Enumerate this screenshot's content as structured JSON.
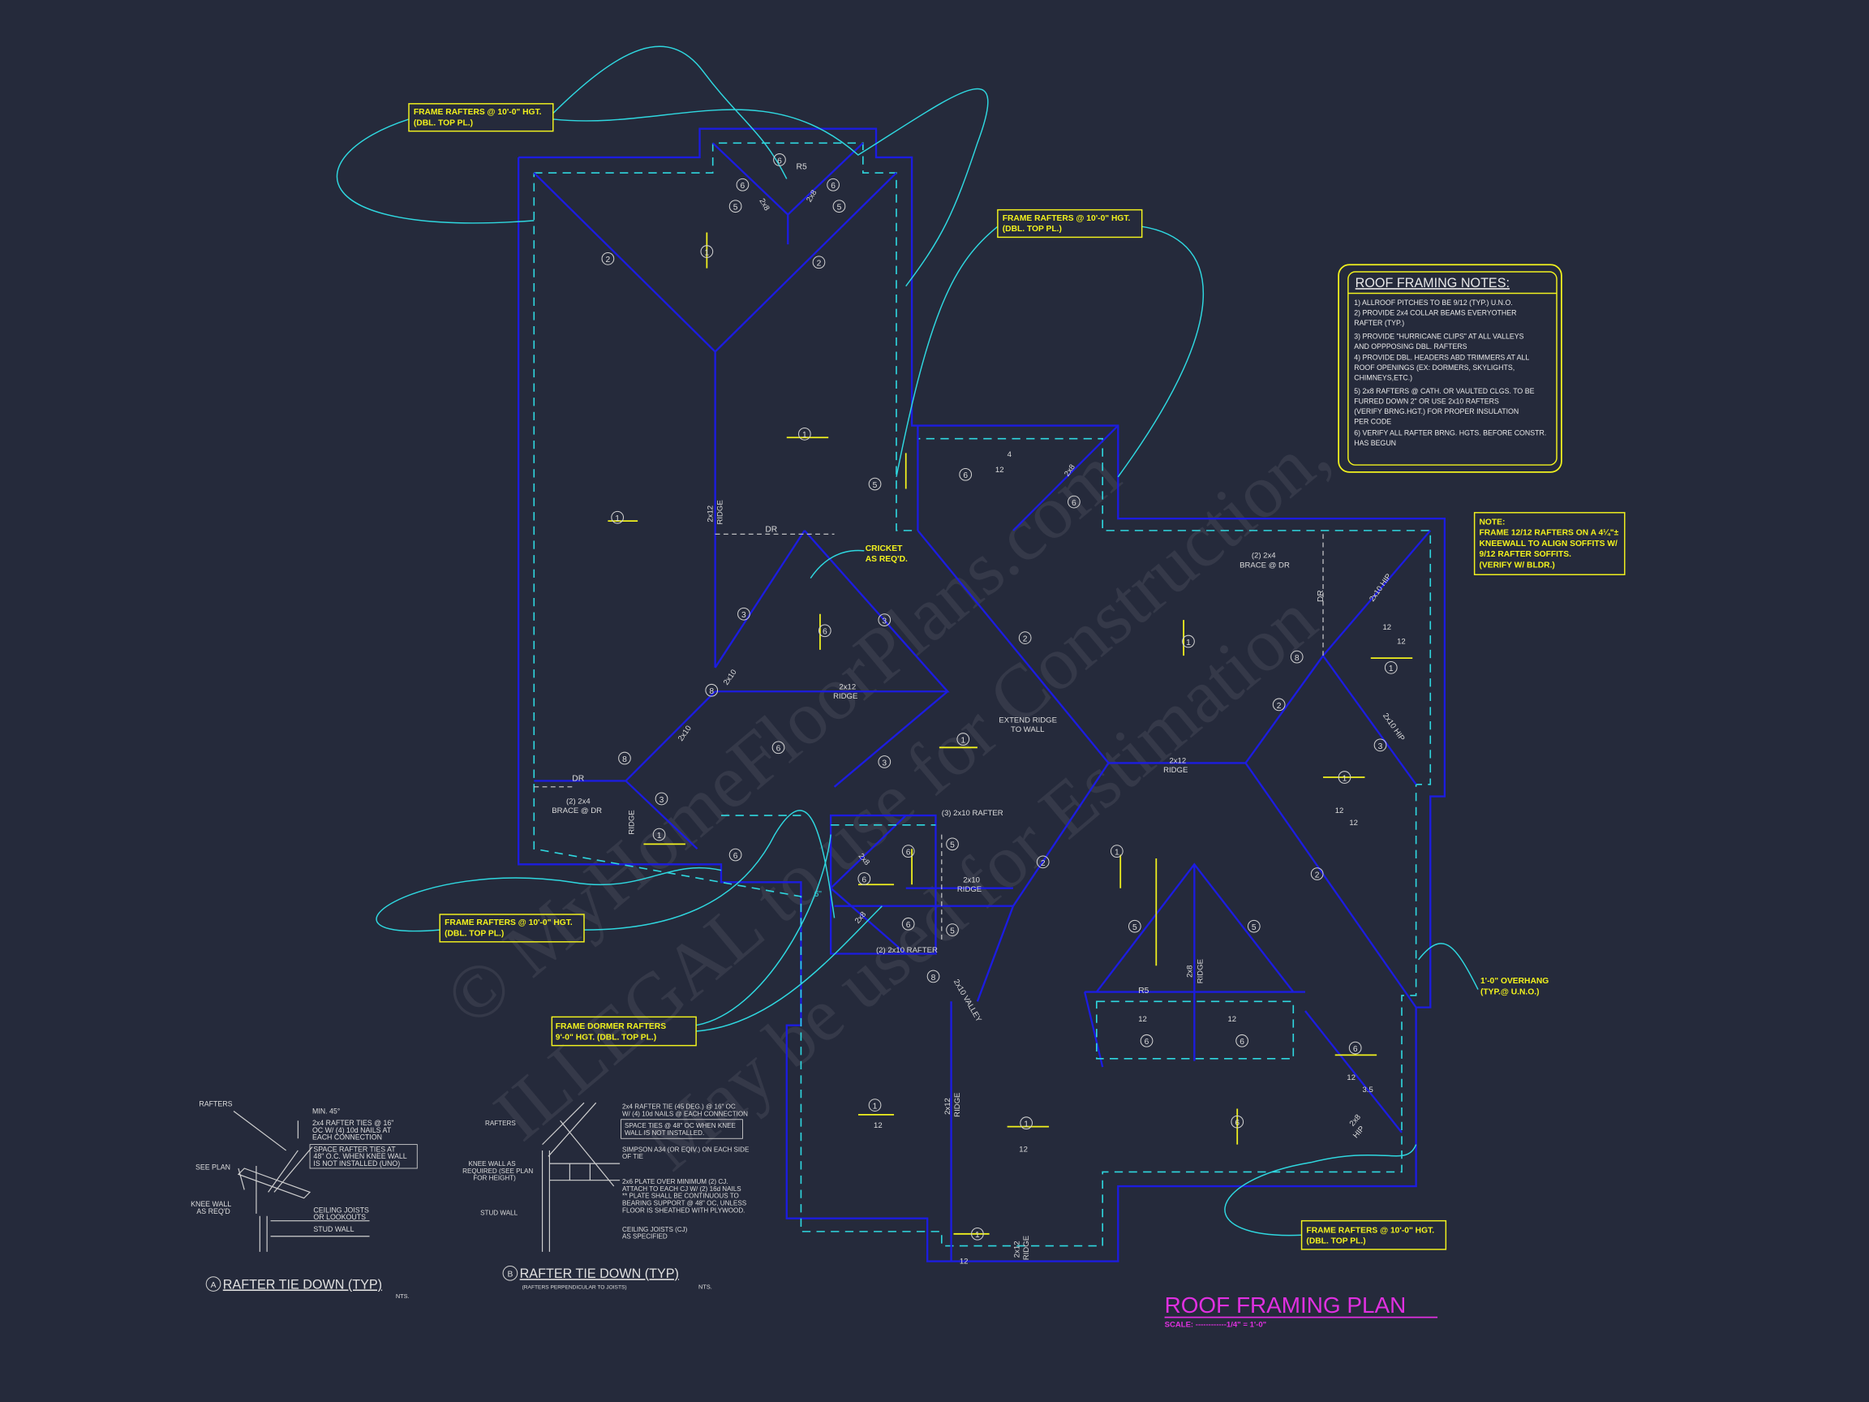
{
  "watermark": {
    "line1": "© MyHomeFloorPlans.com",
    "line2": "ILLEGAL to use for Construction,",
    "line3": "May be used for Estimation"
  },
  "title": {
    "main": "ROOF FRAMING PLAN",
    "scale": "SCALE: ------------1/4\" = 1'-0\""
  },
  "notes": {
    "heading": "ROOF FRAMING NOTES:",
    "items": [
      "1) ALLROOF PITCHES TO BE  9/12 (TYP.) U.N.O.",
      "2) PROVIDE 2x4 COLLAR BEAMS EVERYOTHER",
      "    RAFTER (TYP.)",
      "3) PROVIDE \"HURRICANE CLIPS\" AT ALL VALLEYS",
      "    AND OPPPOSING DBL. RAFTERS",
      "4) PROVIDE DBL. HEADERS ABD TRIMMERS AT ALL",
      "    ROOF OPENINGS (EX: DORMERS, SKYLIGHTS,",
      "    CHIMNEYS,ETC.)",
      "5) 2x8 RAFTERS @ CATH. OR VAULTED CLGS. TO BE",
      "    FURRED DOWN 2\" OR USE 2x10 RAFTERS",
      "    (VERIFY BRNG.HGT.) FOR PROPER INSULATION",
      "    PER CODE",
      "6) VERIFY ALL RAFTER BRNG. HGTS. BEFORE CONSTR.",
      "    HAS BEGUN"
    ]
  },
  "side_note": {
    "lines": [
      "NOTE:",
      "FRAME 12/12 RAFTERS ON A 4¼\"±",
      "KNEEWALL TO ALIGN SOFFITS W/",
      "9/12 RAFTER SOFFITS.",
      "(VERIFY W/ BLDR.)"
    ]
  },
  "callouts": {
    "frame_rafters_1": "FRAME RAFTERS @ 10'-0\" HGT.",
    "frame_rafters_2": "(DBL. TOP PL.)",
    "dormer_1": "FRAME DORMER RAFTERS",
    "dormer_2": "9'-0\" HGT. (DBL. TOP PL.)",
    "cricket_1": "CRICKET",
    "cricket_2": "AS REQ'D.",
    "overhang_1": "1'-0\" OVERHANG",
    "overhang_2": "(TYP.@ U.N.O.)"
  },
  "plan_labels": {
    "brace_1": "(2) 2x4",
    "brace_2": "BRACE @ DR",
    "extend_1": "EXTEND RIDGE",
    "extend_2": "TO WALL",
    "ridge_2x12": "2x12",
    "ridge": "RIDGE",
    "ridge_2x10": "2x10",
    "rafter_3_2x10": "(3) 2x10 RAFTER",
    "rafter_2_2x10": "(2) 2x10 RAFTER",
    "valley": "2x10 VALLEY",
    "hip_2x8": "2x8",
    "hip_2x10": "2x10",
    "hip": "HIP",
    "hip_2x10_full": "2x10 HIP",
    "r5": "R5",
    "dr": "DR",
    "twelve": "12",
    "four": "4",
    "three_five": "3.5",
    "six_in": "6\""
  },
  "markers": {
    "m1": "1",
    "m2": "2",
    "m3": "3",
    "m5": "5",
    "m6": "6",
    "m8": "8"
  },
  "detail_a": {
    "rafters": "RAFTERS",
    "min45": "MIN. 45°",
    "ties_1": "2x4 RAFTER TIES @ 16\"",
    "ties_2": "OC W/ (4) 10d NAILS AT",
    "ties_3": "EACH CONNECTION",
    "space_1": "SPACE RAFTER TIES AT",
    "space_2": "48\" O.C. WHEN KNEE WALL",
    "space_3": "IS NOT INSTALLED (UNO)",
    "see_plan": "SEE PLAN",
    "knee_1": "KNEE WALL",
    "knee_2": "AS REQ'D",
    "cj_1": "CEILING JOISTS",
    "cj_2": "OR LOOKOUTS",
    "stud": "STUD WALL",
    "badge": "A",
    "title": "RAFTER TIE DOWN (TYP)",
    "nts": "NTS."
  },
  "detail_b": {
    "rafters": "RAFTERS",
    "tie_1": "2x4 RAFTER TIE (45 DEG.) @ 16\" OC",
    "tie_2": "W/ (4) 10d NAILS @ EACH CONNECTION",
    "space_1": "SPACE TIES @ 48\" OC WHEN KNEE",
    "space_2": "WALL IS NOT INSTALLED.",
    "simpson_1": "SIMPSON A34 (OR EQIV.) ON EACH SIDE",
    "simpson_2": "OF TIE",
    "knee_1": "KNEE WALL AS",
    "knee_2": "REQUIRED (SEE PLAN",
    "knee_3": "FOR HEIGHT)",
    "stud": "STUD WALL",
    "plate_1": "2x6 PLATE OVER MINIMUM (2) CJ.",
    "plate_2": "ATTACH TO EACH CJ W/ (2) 16d NAILS",
    "plate_3": "** PLATE SHALL BE CONTINUOUS TO",
    "plate_4": "BEARING SUPPORT @ 48\" OC, UNLESS",
    "plate_5": "FLOOR IS SHEATHED WITH PLYWOOD.",
    "cj_1": "CEILING JOISTS (CJ)",
    "cj_2": "AS SPECIFIED",
    "badge": "B",
    "title": "RAFTER TIE DOWN (TYP)",
    "subtitle": "(RAFTERS PERPENDICULAR TO JOISTS)",
    "nts": "NTS."
  },
  "colors": {
    "background": "#252a3b",
    "roof_line": "#1c1ce0",
    "wall_line": "#2fd8e0",
    "callout": "#f2f21e",
    "title": "#e030e0"
  }
}
